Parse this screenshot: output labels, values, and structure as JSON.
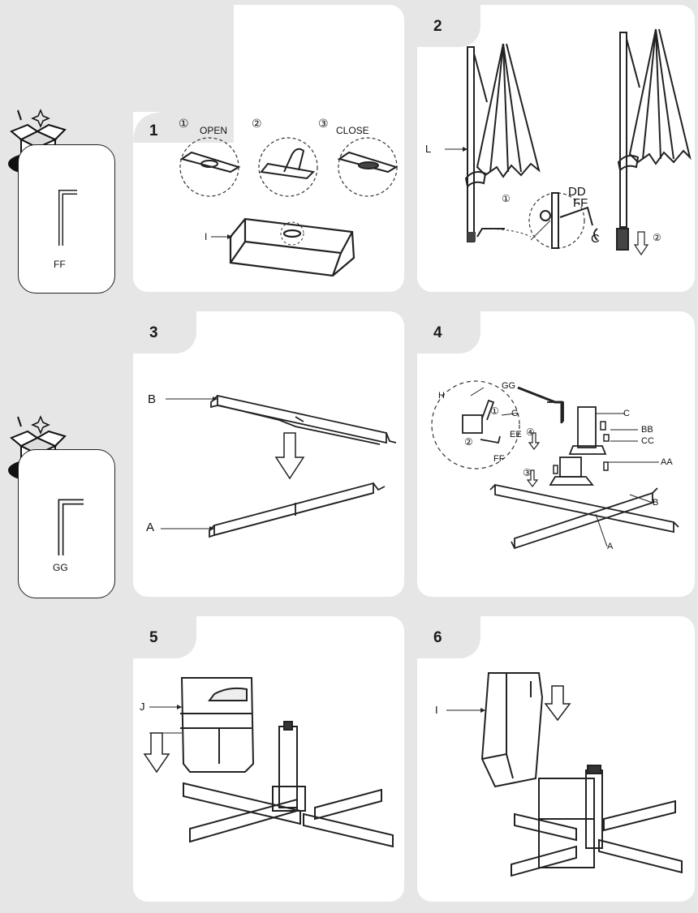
{
  "steps": [
    {
      "number": "1",
      "sub_markers": [
        "①",
        "②",
        "③"
      ],
      "states": {
        "open": "OPEN",
        "close": "CLOSE"
      },
      "parts": [
        "I"
      ]
    },
    {
      "number": "2",
      "sub_markers": [
        "①",
        "②"
      ],
      "parts": [
        "L",
        "DD",
        "FF",
        "C"
      ]
    },
    {
      "number": "3",
      "parts": [
        "B",
        "A"
      ]
    },
    {
      "number": "4",
      "sub_markers": [
        "①",
        "②",
        "③",
        "④"
      ],
      "parts": [
        "GG",
        "H",
        "G",
        "EE",
        "FF",
        "C",
        "BB",
        "CC",
        "AA",
        "B",
        "A"
      ]
    },
    {
      "number": "5",
      "parts": [
        "J"
      ]
    },
    {
      "number": "6",
      "parts": [
        "I"
      ]
    }
  ],
  "hardware_packs": [
    {
      "label": "FF"
    },
    {
      "label": "GG"
    }
  ],
  "icons": {
    "tools": "tools-gear-icon",
    "box": "open-box-icon",
    "allen_key": "allen-key-icon",
    "arrow": "arrow-down-icon"
  },
  "colors": {
    "background": "#e6e6e6",
    "panel": "#ffffff",
    "badge_fill": "#b3b3b3",
    "line": "#222222"
  }
}
